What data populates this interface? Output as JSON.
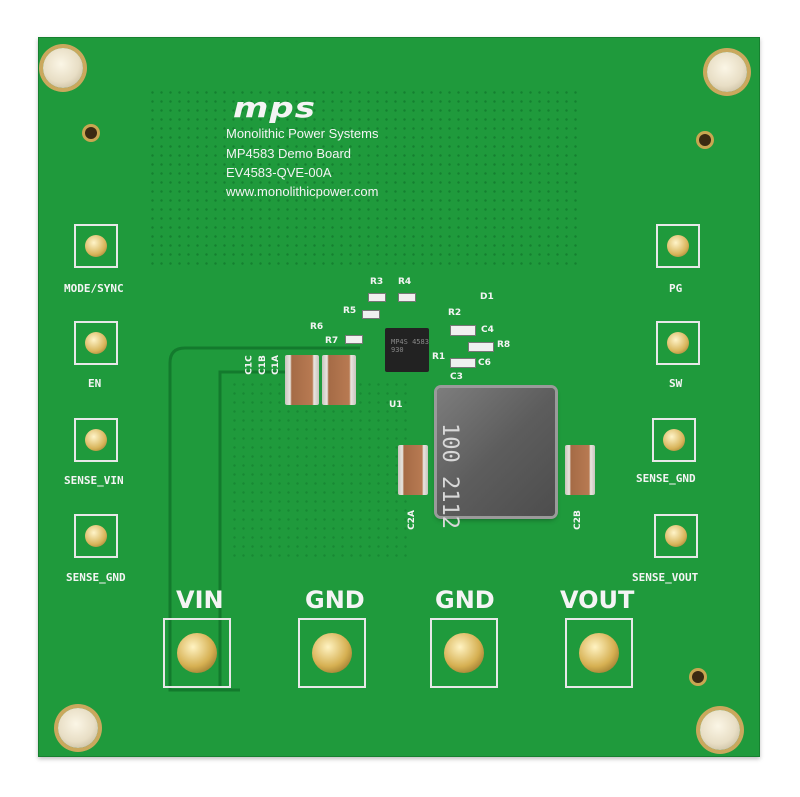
{
  "board": {
    "logo": "mps",
    "info_lines": [
      "Monolithic Power Systems",
      "MP4583 Demo Board",
      "EV4583-QVE-00A",
      "www.monolithicpower.com"
    ],
    "colors": {
      "pcb": "#1f9a3c",
      "silkscreen": "#f4f4f4",
      "gold": "#d8b45a"
    }
  },
  "left_pins": [
    "MODE/SYNC",
    "EN",
    "SENSE_VIN",
    "SENSE_GND"
  ],
  "right_pins": [
    "PG",
    "SW",
    "SENSE_GND",
    "SENSE_VOUT"
  ],
  "bottom_terminals": [
    "VIN",
    "GND",
    "GND",
    "VOUT"
  ],
  "refs": {
    "r3": "R3",
    "r4": "R4",
    "d1": "D1",
    "r5": "R5",
    "r2": "R2",
    "r6": "R6",
    "c4": "C4",
    "r7": "R7",
    "r8": "R8",
    "r1": "R1",
    "c6": "C6",
    "c3": "C3",
    "u1": "U1",
    "c1c": "C1C",
    "c1b": "C1B",
    "c1a": "C1A",
    "c2a": "C2A",
    "c2b": "C2B"
  },
  "inductor_marking": "100 2112",
  "chip_marking": "MP4S 4583 930"
}
